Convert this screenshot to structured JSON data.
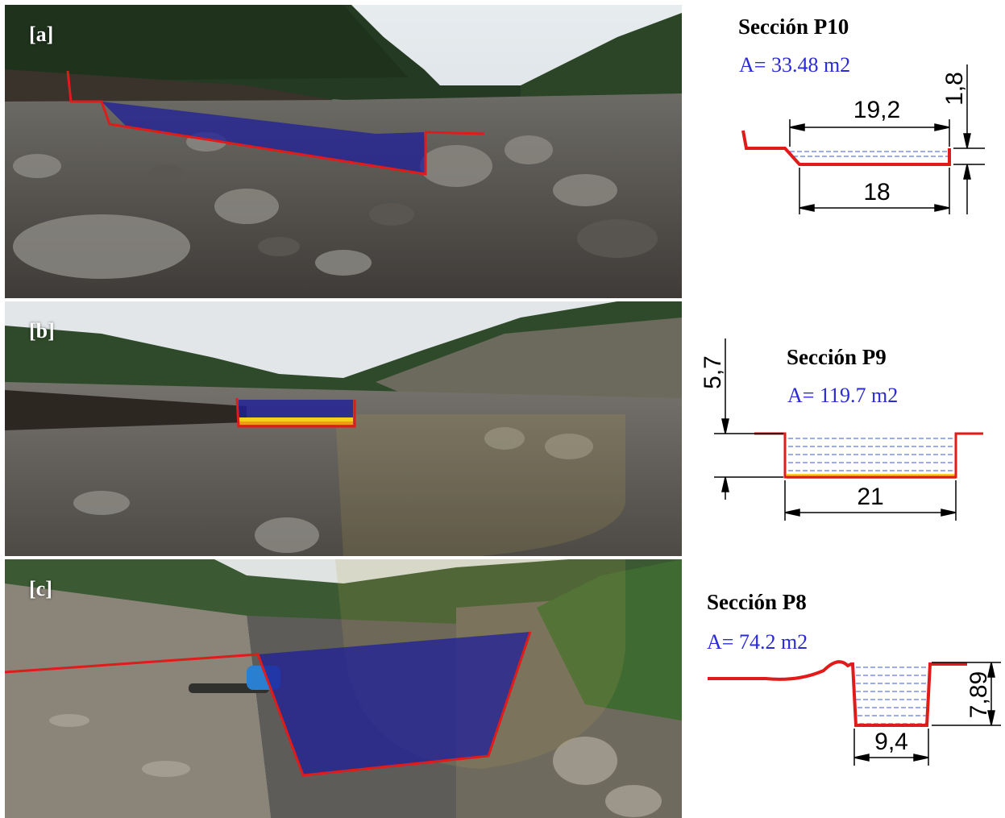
{
  "panels": [
    {
      "label": "[a]",
      "section_title": "Sección P10",
      "area": "A= 33.48 m2",
      "dims": {
        "top_width": "19,2",
        "bottom_width": "18",
        "depth": "1,8"
      }
    },
    {
      "label": "[b]",
      "section_title": "Sección P9",
      "area": "A= 119.7 m2",
      "dims": {
        "width": "21",
        "depth": "5,7"
      }
    },
    {
      "label": "[c]",
      "section_title": "Sección P8",
      "area": "A= 74.2 m2",
      "dims": {
        "width": "9,4",
        "depth": "7,89"
      }
    }
  ],
  "colors": {
    "fill_blue": "#1f1f9a",
    "outline_red": "#e11a1a",
    "area_text": "#2b2bd6",
    "sediment_yellow": "#f2d21a",
    "sediment_orange": "#f29a1a"
  }
}
